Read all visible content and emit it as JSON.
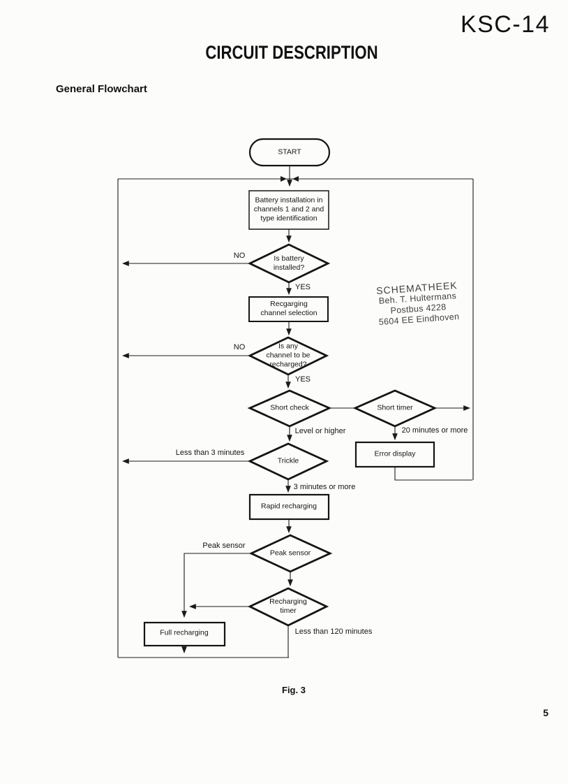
{
  "page": {
    "model": "KSC-14",
    "title": "CIRCUIT DESCRIPTION",
    "section_heading": "General Flowchart",
    "figure_caption": "Fig. 3",
    "page_number": "5"
  },
  "stamp": {
    "lines": [
      "SCHEMATHEEK",
      "Beh. T. Hultermans",
      "Postbus 4228",
      "5604 EE  Eindhoven"
    ]
  },
  "flowchart": {
    "nodes": {
      "start": "START",
      "battery_installation": "Battery installation in\nchannels 1 and 2 and\ntype identification",
      "is_battery_installed": "Is battery\ninstalled?",
      "recharging_channel_selection": "Recgarging\nchannel selection",
      "is_any_channel_to_be_recharged": "Is any\nchannel to be\nrecharged?",
      "short_check": "Short check",
      "short_timer": "Short timer",
      "error_display": "Error display",
      "trickle": "Trickle",
      "rapid_recharging": "Rapid recharging",
      "peak_sensor": "Peak sensor",
      "recharging_timer": "Recharging\ntimer",
      "full_recharging": "Full recharging"
    },
    "edge_labels": {
      "battery_no": "NO",
      "battery_yes": "YES",
      "channel_no": "NO",
      "channel_yes": "YES",
      "level_or_higher": "Level or higher",
      "twenty_minutes_or_more": "20 minutes or more",
      "less_than_3_minutes": "Less than 3 minutes",
      "three_minutes_or_more": "3 minutes or more",
      "peak_sensor": "Peak sensor",
      "less_than_120_minutes": "Less than 120 minutes"
    }
  }
}
